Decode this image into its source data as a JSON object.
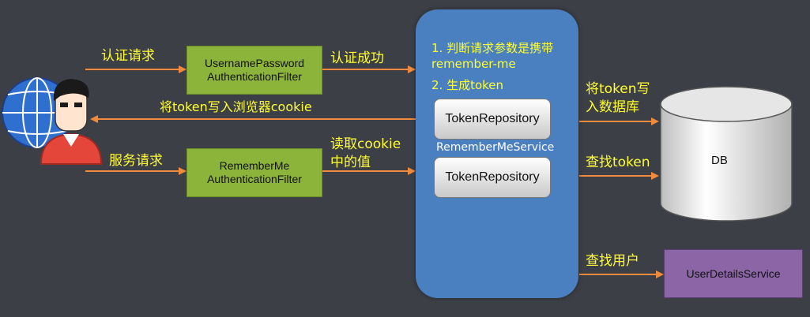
{
  "labels": {
    "auth_request": "认证请求",
    "auth_success": "认证成功",
    "write_cookie": "将token写入浏览器cookie",
    "service_request": "服务请求",
    "read_cookie_1": "读取cookie",
    "read_cookie_2": "中的值",
    "write_db_1": "将token写",
    "write_db_2": "入数据库",
    "find_token": "查找token",
    "find_user": "查找用户"
  },
  "boxes": {
    "up_filter_1": "UsernamePassword",
    "up_filter_2": "AuthenticationFilter",
    "rm_filter_1": "RememberMe",
    "rm_filter_2": "AuthenticationFilter",
    "user_details": "UserDetailsService",
    "db": "DB"
  },
  "service": {
    "step1_a": "1. 判断请求参数是携带",
    "step1_b": "remember-me",
    "step2": "2.  生成token",
    "repo_top": "TokenRepository",
    "name": "RememberMeService",
    "repo_bottom": "TokenRepository"
  },
  "colors": {
    "background": "#3c3f46",
    "label_yellow": "#ffff33",
    "arrow_orange": "#f08a3c",
    "filter_green": "#8cb33a",
    "service_blue": "#4a7fc0",
    "uds_purple": "#8b65a6"
  }
}
